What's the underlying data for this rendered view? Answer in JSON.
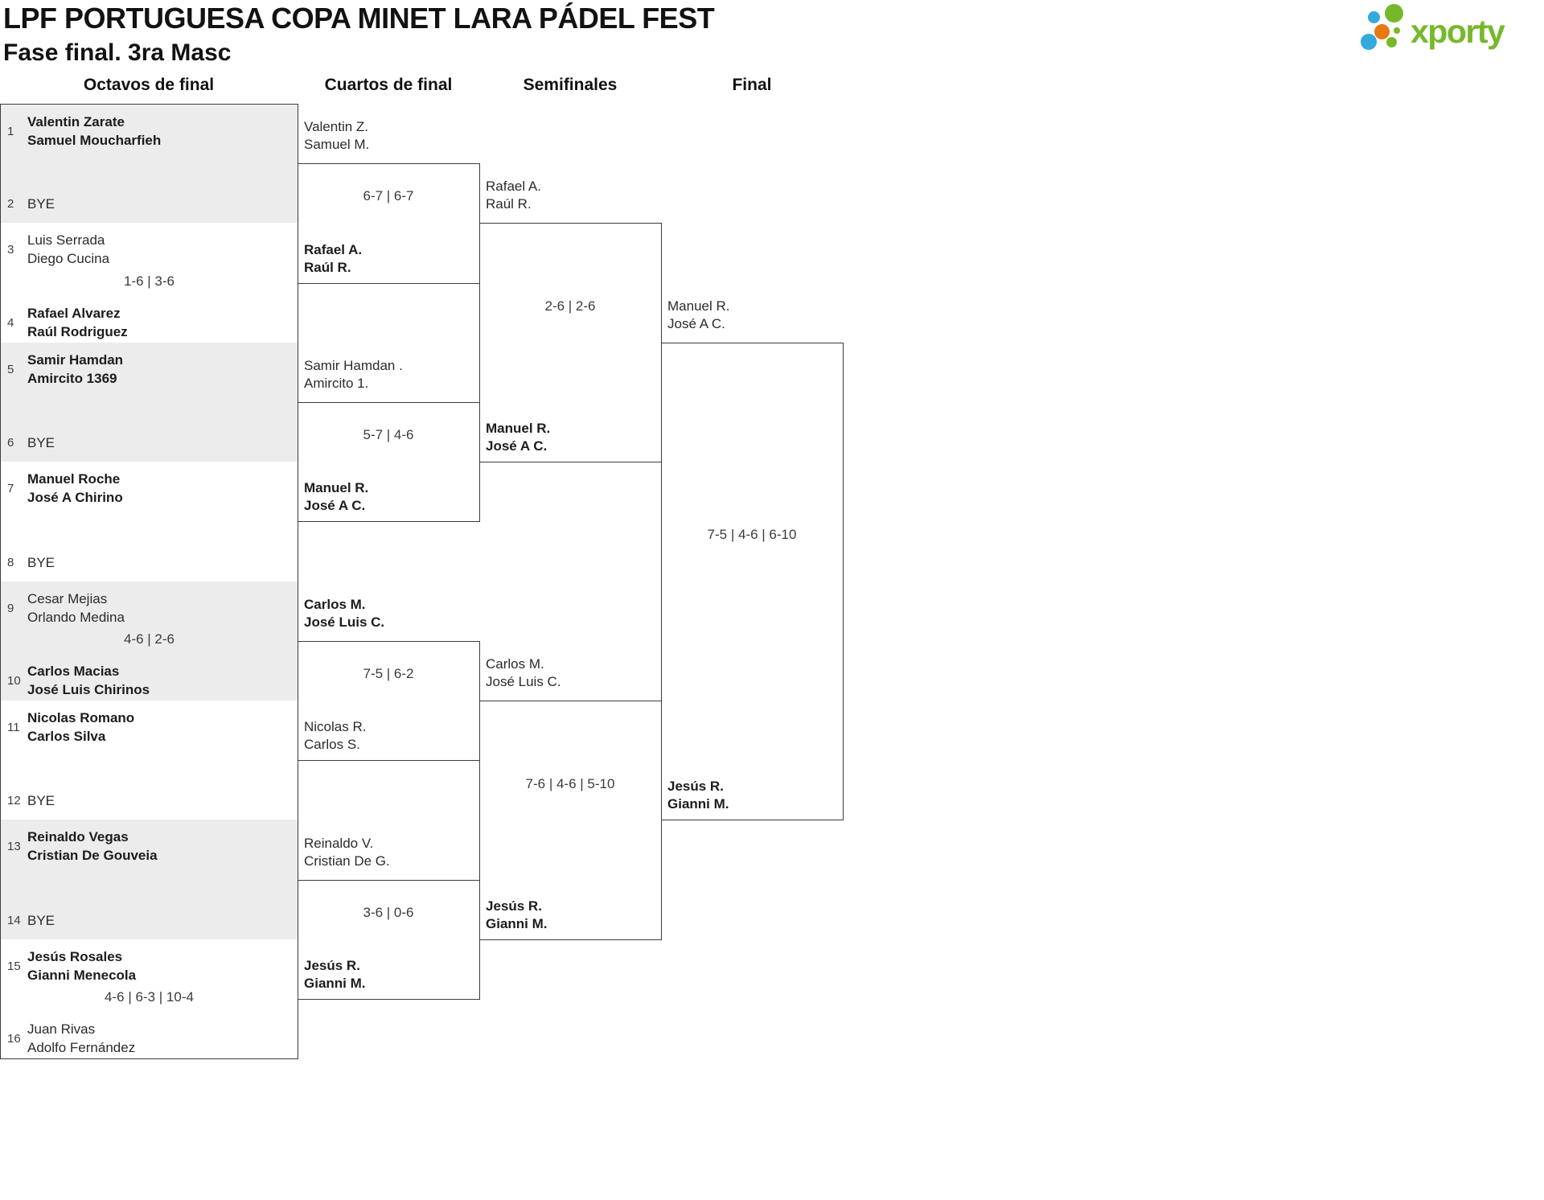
{
  "header": {
    "title": "LPF PORTUGUESA COPA MINET LARA PÁDEL FEST",
    "subtitle": "Fase final. 3ra Masc"
  },
  "logo": {
    "text": "xporty",
    "colors": {
      "green": "#76b82a",
      "blue": "#33a9dc",
      "orange": "#e8790f"
    }
  },
  "bracket": {
    "round_headers": [
      "Octavos de final",
      "Cuartos de final",
      "Semifinales",
      "Final"
    ],
    "r16": [
      {
        "shaded": true,
        "score": "",
        "slots": [
          {
            "seed": "1",
            "lines": [
              "Valentin Zarate",
              "Samuel Moucharfieh"
            ],
            "bold": true
          },
          {
            "seed": "2",
            "lines": [
              "BYE"
            ],
            "bold": false
          }
        ]
      },
      {
        "shaded": false,
        "score": "1-6 | 3-6",
        "slots": [
          {
            "seed": "3",
            "lines": [
              "Luis Serrada",
              "Diego Cucina"
            ],
            "bold": false
          },
          {
            "seed": "4",
            "lines": [
              "Rafael Alvarez",
              "Raúl Rodriguez"
            ],
            "bold": true
          }
        ]
      },
      {
        "shaded": true,
        "score": "",
        "slots": [
          {
            "seed": "5",
            "lines": [
              "Samir Hamdan",
              "Amircito 1369"
            ],
            "bold": true
          },
          {
            "seed": "6",
            "lines": [
              "BYE"
            ],
            "bold": false
          }
        ]
      },
      {
        "shaded": false,
        "score": "",
        "slots": [
          {
            "seed": "7",
            "lines": [
              "Manuel Roche",
              "José A Chirino"
            ],
            "bold": true
          },
          {
            "seed": "8",
            "lines": [
              "BYE"
            ],
            "bold": false
          }
        ]
      },
      {
        "shaded": true,
        "score": "4-6 | 2-6",
        "slots": [
          {
            "seed": "9",
            "lines": [
              "Cesar Mejias",
              "Orlando Medina"
            ],
            "bold": false
          },
          {
            "seed": "10",
            "lines": [
              "Carlos Macias",
              "José Luis Chirinos"
            ],
            "bold": true
          }
        ]
      },
      {
        "shaded": false,
        "score": "",
        "slots": [
          {
            "seed": "11",
            "lines": [
              "Nicolas Romano",
              "Carlos Silva"
            ],
            "bold": true
          },
          {
            "seed": "12",
            "lines": [
              "BYE"
            ],
            "bold": false
          }
        ]
      },
      {
        "shaded": true,
        "score": "",
        "slots": [
          {
            "seed": "13",
            "lines": [
              "Reinaldo Vegas",
              "Cristian De Gouveia"
            ],
            "bold": true
          },
          {
            "seed": "14",
            "lines": [
              "BYE"
            ],
            "bold": false
          }
        ]
      },
      {
        "shaded": false,
        "score": "4-6 | 6-3 | 10-4",
        "slots": [
          {
            "seed": "15",
            "lines": [
              "Jesús Rosales",
              "Gianni Menecola"
            ],
            "bold": true
          },
          {
            "seed": "16",
            "lines": [
              "Juan Rivas",
              "Adolfo Fernández"
            ],
            "bold": false
          }
        ]
      }
    ],
    "quarterfinals": [
      {
        "score": "6-7 | 6-7",
        "top": {
          "lines": [
            "Valentin Z.",
            "Samuel M."
          ],
          "bold": false
        },
        "bottom": {
          "lines": [
            "Rafael A.",
            "Raúl R."
          ],
          "bold": true
        }
      },
      {
        "score": "5-7 | 4-6",
        "top": {
          "lines": [
            "Samir Hamdan .",
            "Amircito 1."
          ],
          "bold": false
        },
        "bottom": {
          "lines": [
            "Manuel R.",
            "José A C."
          ],
          "bold": true
        }
      },
      {
        "score": "7-5 | 6-2",
        "top": {
          "lines": [
            "Carlos M.",
            "José Luis C."
          ],
          "bold": true
        },
        "bottom": {
          "lines": [
            "Nicolas R.",
            "Carlos S."
          ],
          "bold": false
        }
      },
      {
        "score": "3-6 | 0-6",
        "top": {
          "lines": [
            "Reinaldo V.",
            "Cristian De G."
          ],
          "bold": false
        },
        "bottom": {
          "lines": [
            "Jesús R.",
            "Gianni M."
          ],
          "bold": true
        }
      }
    ],
    "semifinals": [
      {
        "score": "2-6 | 2-6",
        "top": {
          "lines": [
            "Rafael A.",
            "Raúl R."
          ],
          "bold": false
        },
        "bottom": {
          "lines": [
            "Manuel R.",
            "José A C."
          ],
          "bold": true
        }
      },
      {
        "score": "7-6 | 4-6 | 5-10",
        "top": {
          "lines": [
            "Carlos M.",
            "José Luis C."
          ],
          "bold": false
        },
        "bottom": {
          "lines": [
            "Jesús R.",
            "Gianni M."
          ],
          "bold": true
        }
      }
    ],
    "final": {
      "score": "7-5 | 4-6 | 6-10",
      "top": {
        "lines": [
          "Manuel R.",
          "José A C."
        ],
        "bold": false
      },
      "bottom": {
        "lines": [
          "Jesús R.",
          "Gianni M."
        ],
        "bold": true
      }
    }
  }
}
